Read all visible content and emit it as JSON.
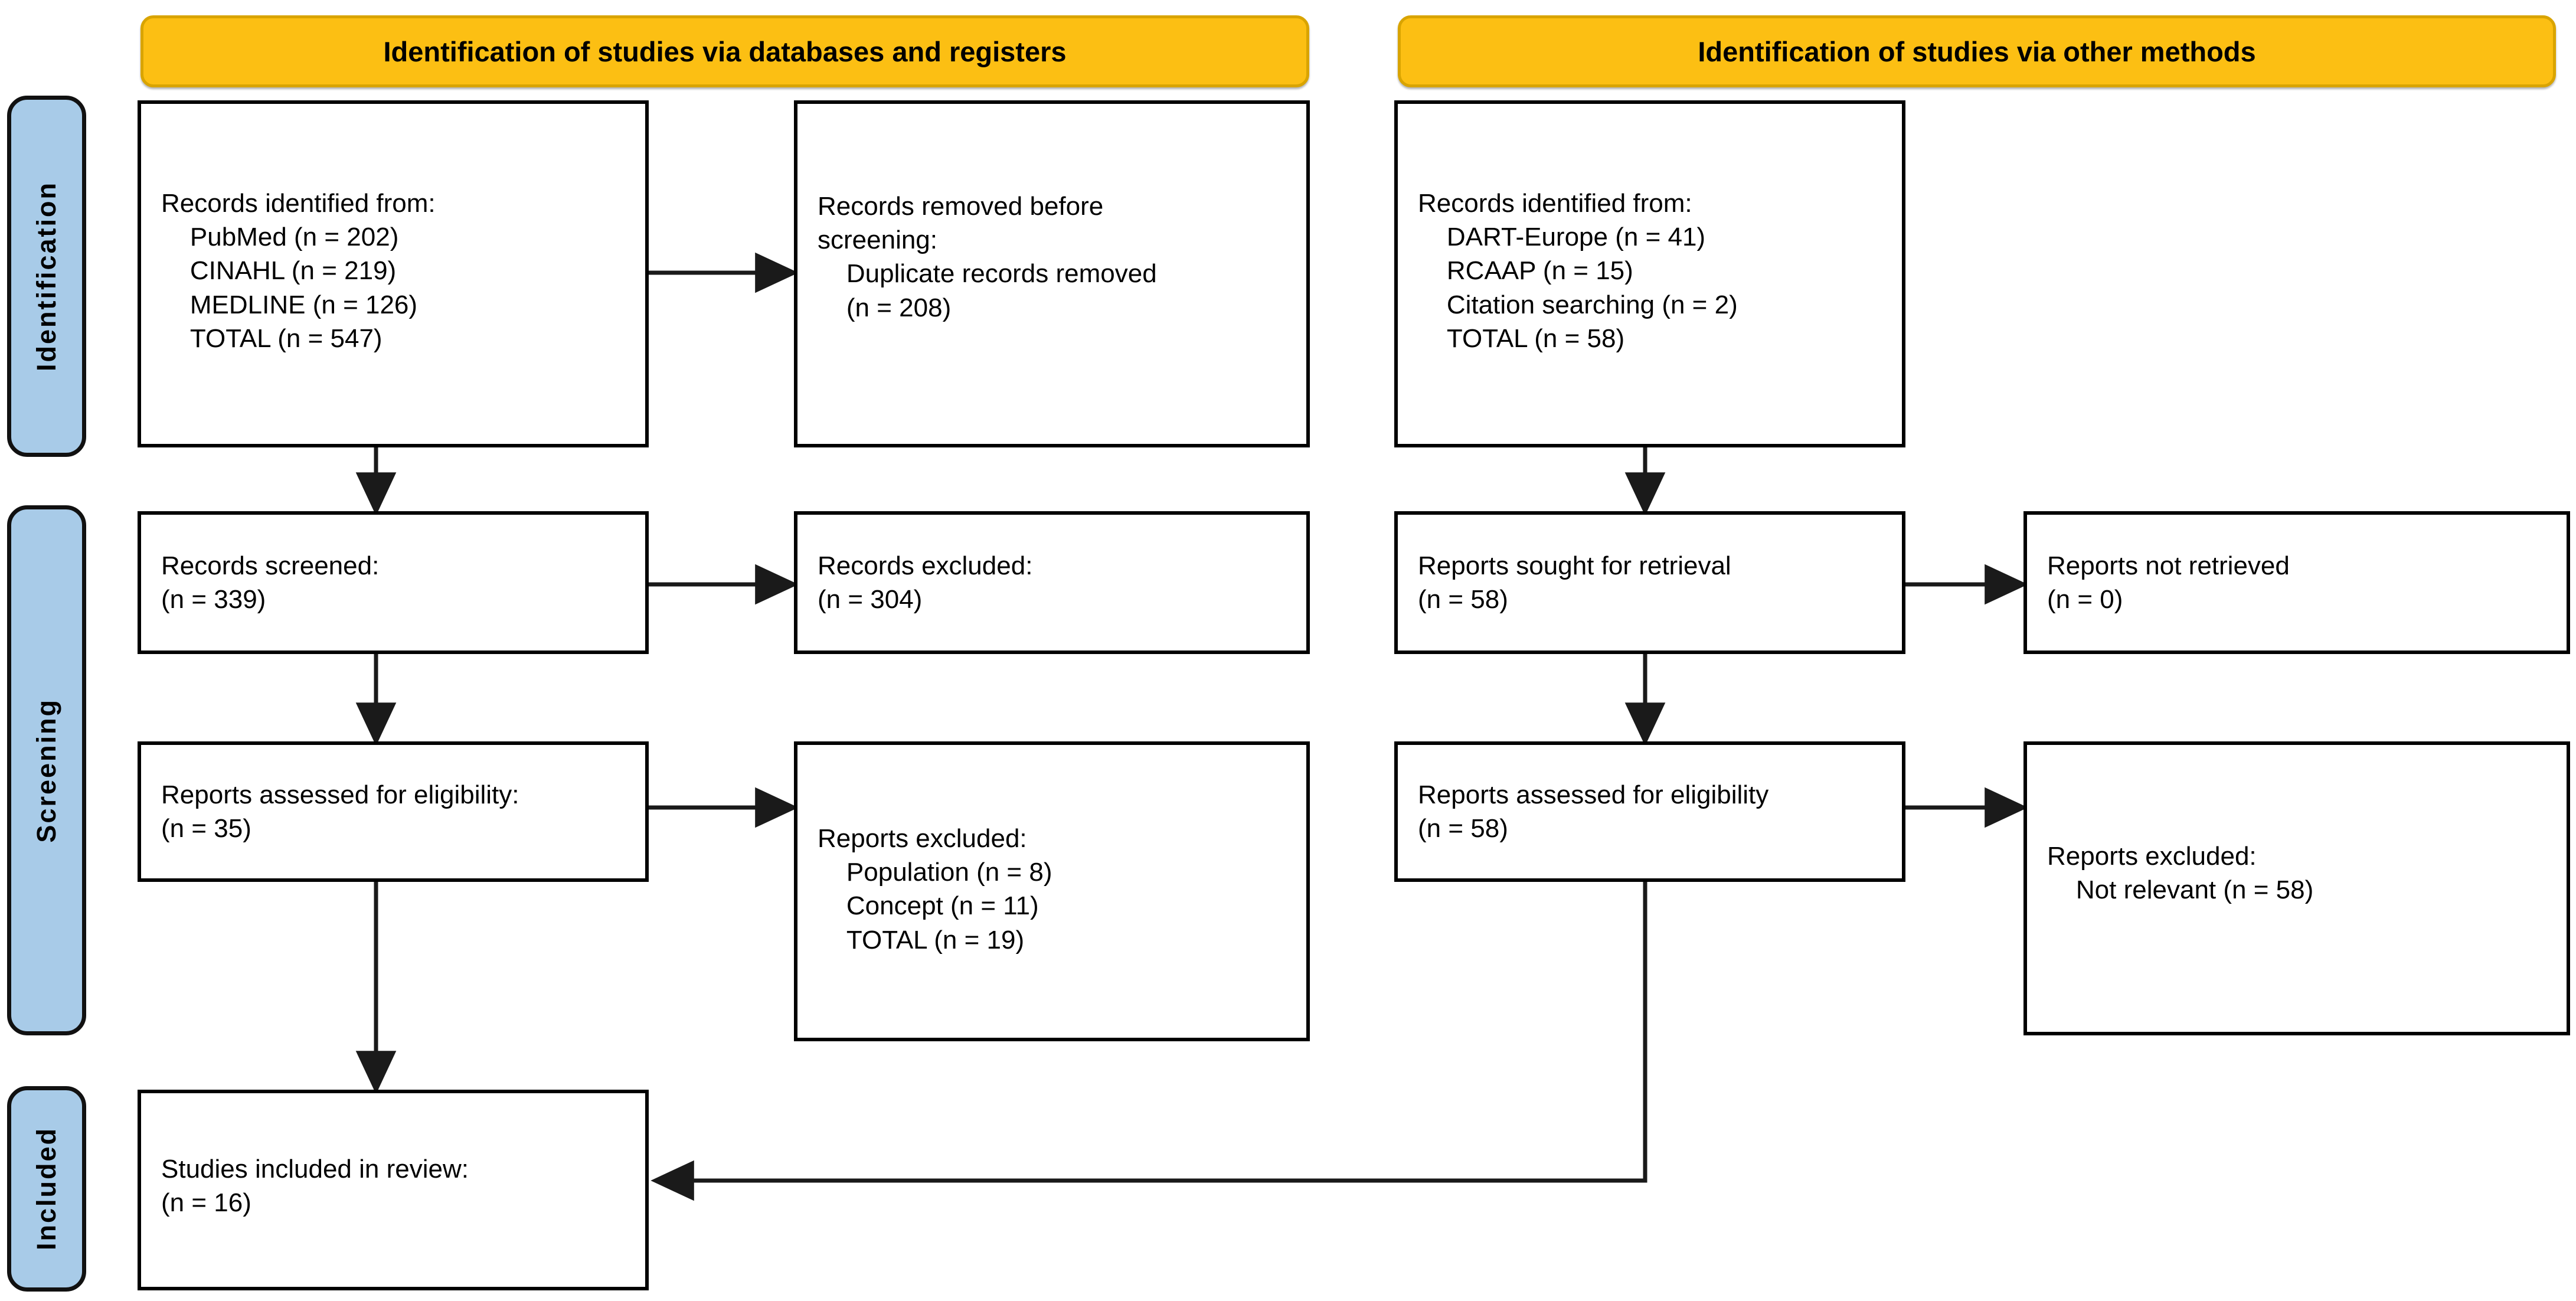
{
  "diagram": {
    "type": "prisma-flow-diagram",
    "phases": [
      {
        "id": "identification",
        "label": "Identification"
      },
      {
        "id": "screening",
        "label": "Screening"
      },
      {
        "id": "included",
        "label": "Included"
      }
    ],
    "columns": [
      {
        "id": "databases",
        "header": "Identification of studies via databases and registers"
      },
      {
        "id": "other",
        "header": "Identification of studies via other methods"
      }
    ],
    "colors": {
      "phase_bar_fill": "#a8cbe8",
      "phase_bar_border": "#111111",
      "header_fill": "#fcbf13",
      "header_border": "#d9a400",
      "box_border": "#000000",
      "box_fill": "#ffffff",
      "connector": "#1a1a1a"
    },
    "boxes": {
      "records_identified_db": "Records identified from:\n    PubMed (n = 202)\n    CINAHL (n = 219)\n    MEDLINE (n = 126)\n    TOTAL (n = 547)",
      "records_removed": "Records removed before\nscreening:\n    Duplicate records removed\n    (n = 208)",
      "records_identified_other": "Records identified from:\n    DART-Europe (n = 41)\n    RCAAP (n = 15)\n    Citation searching (n = 2)\n    TOTAL (n = 58)",
      "records_screened": "Records screened:\n(n = 339)",
      "records_excluded": "Records excluded:\n(n = 304)",
      "reports_sought": "Reports sought for retrieval\n(n = 58)",
      "reports_not_retrieved": "Reports not retrieved\n(n = 0)",
      "reports_assessed_db": "Reports assessed for eligibility:\n(n = 35)",
      "reports_excluded_db": "Reports excluded:\n    Population (n = 8)\n    Concept (n = 11)\n    TOTAL (n = 19)",
      "reports_assessed_other": "Reports assessed for eligibility\n(n = 58)",
      "reports_excluded_other": "Reports excluded:\n    Not relevant (n = 58)",
      "studies_included": "Studies included in review:\n(n = 16)"
    },
    "counts": {
      "pubmed": 202,
      "cinahl": 219,
      "medline": 126,
      "databases_total": 547,
      "duplicates_removed": 208,
      "dart_europe": 41,
      "rcaap": 15,
      "citation_searching": 2,
      "other_total": 58,
      "records_screened": 339,
      "records_excluded": 304,
      "reports_sought": 58,
      "reports_not_retrieved": 0,
      "reports_assessed_db": 35,
      "excluded_population": 8,
      "excluded_concept": 11,
      "excluded_total_db": 19,
      "reports_assessed_other": 58,
      "excluded_not_relevant": 58,
      "studies_included": 16
    }
  }
}
